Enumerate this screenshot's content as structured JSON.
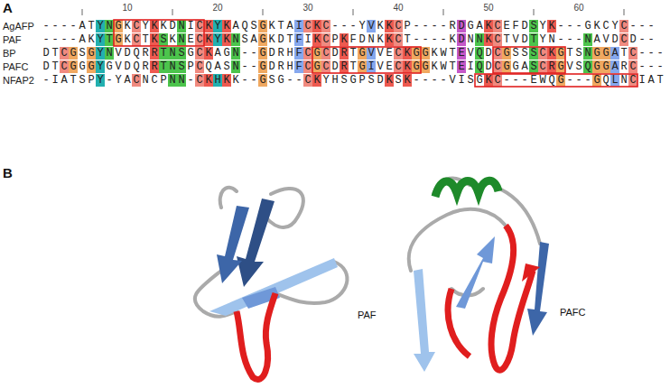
{
  "diagram": {
    "labels": [
      "A",
      "10",
      "20",
      "30",
      "40",
      "50",
      "60",
      "AgAFP",
      "PAF",
      "BP",
      "PAFC",
      "NFAP2",
      "----ATYNGKCYKKDNICKYKAQSGKTAICKC---YVKKCP----RDGAKCEFDSYK---GKCYC---",
      "----AKYTGKCTKSKNECKYKNSAGKDTFIKCPKFDNKKCT----KDNNKCTVDTYN---NAVDCD--",
      "DTCGSGYNVDQRRTNSGCKAGN--GDRHFCGCDRTGVVECKGGKWTEVQDCGSSSCKGTSNGGATC---",
      "DTCGGGYGVDQRRTNSPCQASN--GDRHFCGCDRTGIVECKGGKWTEIQDCGGASCRGVSQGGARC---",
      "-IATSPY-YACNCPNN-CKHKK--GSG--CKYHSGPSDKSK----VISGKC---EWQG---GQLNCIAT",
      "B",
      "PAF",
      "PAFC"
    ]
  }
}
